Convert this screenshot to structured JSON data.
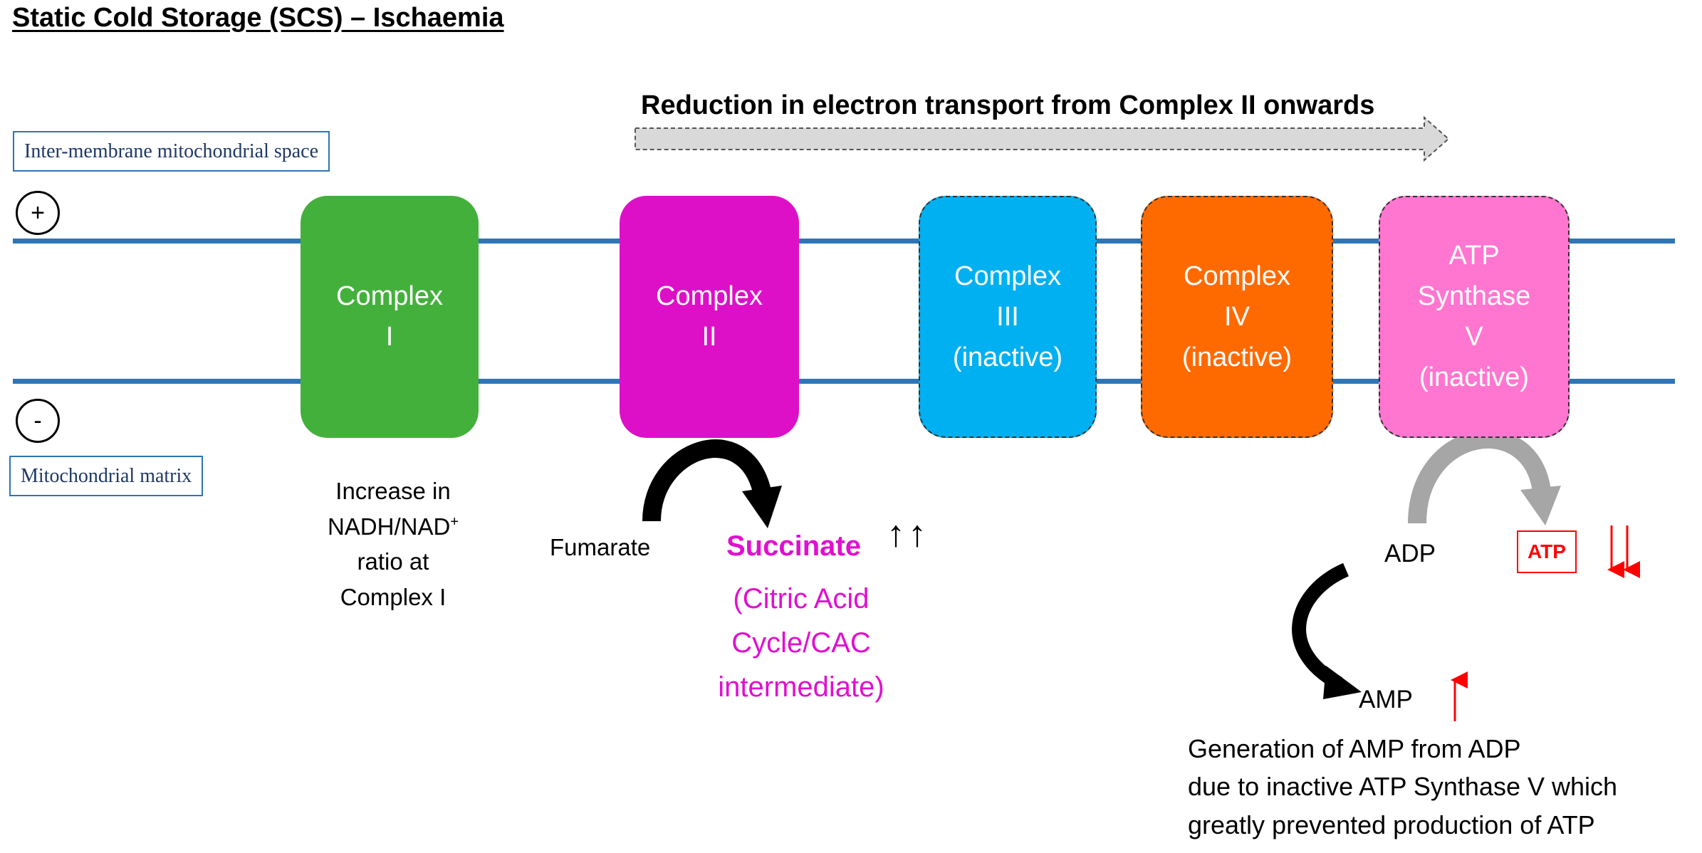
{
  "title": "Static Cold Storage (SCS) – Ischaemia",
  "banner": "Reduction in electron transport from Complex II onwards",
  "labels": {
    "intermembrane": "Inter-membrane  mitochondrial space",
    "matrix": "Mitochondrial matrix",
    "plus": "+",
    "minus": "-"
  },
  "complexes": [
    {
      "line1": "Complex",
      "line2": "I",
      "line3": "",
      "line4": "",
      "color": "#44b03c"
    },
    {
      "line1": "Complex",
      "line2": "II",
      "line3": "",
      "line4": "",
      "color": "#dd10c8"
    },
    {
      "line1": "Complex",
      "line2": "III",
      "line3": "(inactive)",
      "line4": "",
      "color": "#00b0f0"
    },
    {
      "line1": "Complex",
      "line2": "IV",
      "line3": "(inactive)",
      "line4": "",
      "color": "#ff6a00"
    },
    {
      "line1": "ATP",
      "line2": "Synthase",
      "line3": "V",
      "line4": "(inactive)",
      "color": "#ff76d0"
    }
  ],
  "complex1_note": {
    "line1": "Increase  in",
    "line2": "NADH/NAD",
    "line2_sup": "+",
    "line3": "ratio at",
    "line4": "Complex I"
  },
  "fumarate": "Fumarate",
  "succinate": {
    "name": "Succinate",
    "arrows": "↑↑",
    "line1": "(Citric Acid",
    "line2": "Cycle/CAC",
    "line3": "intermediate)"
  },
  "adp": "ADP",
  "atp": "ATP",
  "atp_arrows": "↓↓",
  "amp": "AMP",
  "amp_arrow": "↑",
  "generation_note": {
    "line1": "Generation of AMP from ADP",
    "line2": "due to inactive ATP Synthase V which",
    "line3": "greatly prevented production of ATP"
  },
  "colors": {
    "membrane": "#2e75b6",
    "succinate": "#e010d0",
    "atp_decrease": "#ff0000",
    "banner_arrow": "#d9d9d9",
    "atp_synthase_arrow": "#a6a6a6"
  }
}
